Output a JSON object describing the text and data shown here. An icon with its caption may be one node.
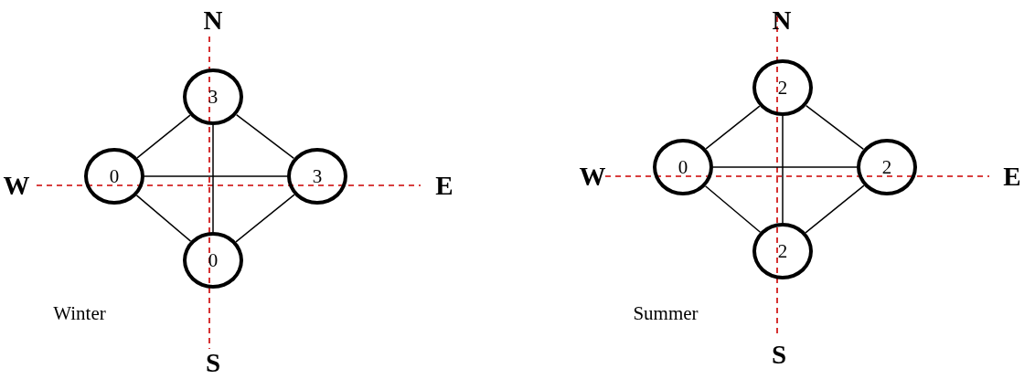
{
  "diagram": {
    "nodes": [
      {
        "text": [
          "3"
        ]
      },
      {
        "text": [
          "0"
        ]
      },
      {
        "text": [
          "3"
        ]
      },
      {
        "text": [
          "0"
        ]
      },
      {
        "text": [
          "2"
        ]
      },
      {
        "text": [
          "0"
        ]
      },
      {
        "text": [
          "2"
        ]
      },
      {
        "text": [
          "2"
        ]
      }
    ],
    "edges": [
      {
        "from": 0,
        "to": 1,
        "arrow": "none"
      },
      {
        "from": 0,
        "to": 2,
        "arrow": "none"
      },
      {
        "from": 0,
        "to": 3,
        "arrow": "none"
      },
      {
        "from": 1,
        "to": 2,
        "arrow": "none"
      },
      {
        "from": 1,
        "to": 3,
        "arrow": "none"
      },
      {
        "from": 2,
        "to": 3,
        "arrow": "none"
      },
      {
        "from": 4,
        "to": 5,
        "arrow": "none"
      },
      {
        "from": 4,
        "to": 6,
        "arrow": "none"
      },
      {
        "from": 4,
        "to": 7,
        "arrow": "none"
      },
      {
        "from": 5,
        "to": 6,
        "arrow": "none"
      },
      {
        "from": 5,
        "to": 7,
        "arrow": "none"
      },
      {
        "from": 6,
        "to": 7,
        "arrow": "none"
      }
    ],
    "labels": [
      "N",
      "N",
      "W",
      "E",
      "W",
      "E",
      "Winter",
      "Summer",
      "S",
      "S"
    ]
  }
}
